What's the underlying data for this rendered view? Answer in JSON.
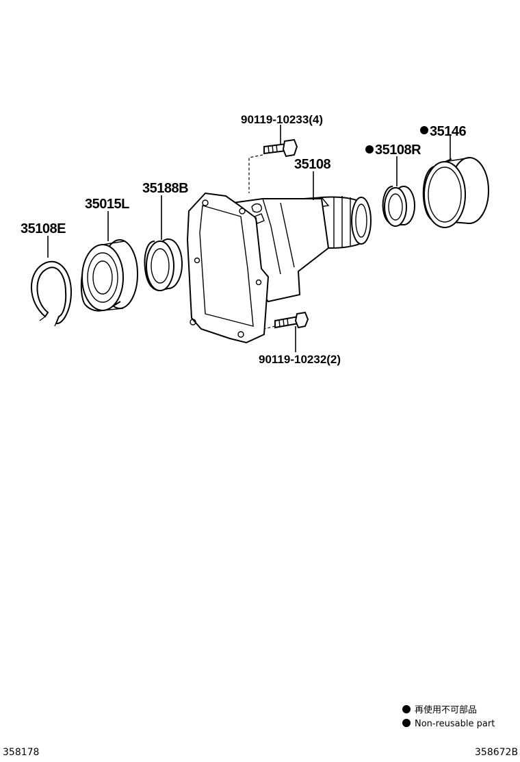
{
  "labels": {
    "p35108E": "35108E",
    "p35015L": "35015L",
    "p35188B": "35188B",
    "p35108": "35108",
    "p35108R": "35108R",
    "p35146": "35146",
    "bolt_top": "90119-10233(4)",
    "bolt_bottom": "90119-10232(2)"
  },
  "legend": {
    "jp": "再使用不可部品",
    "en": "Non-reusable part"
  },
  "footer": {
    "left_code": "358178",
    "right_code": "358672B"
  },
  "colors": {
    "ink": "#000000",
    "paper": "#ffffff"
  }
}
